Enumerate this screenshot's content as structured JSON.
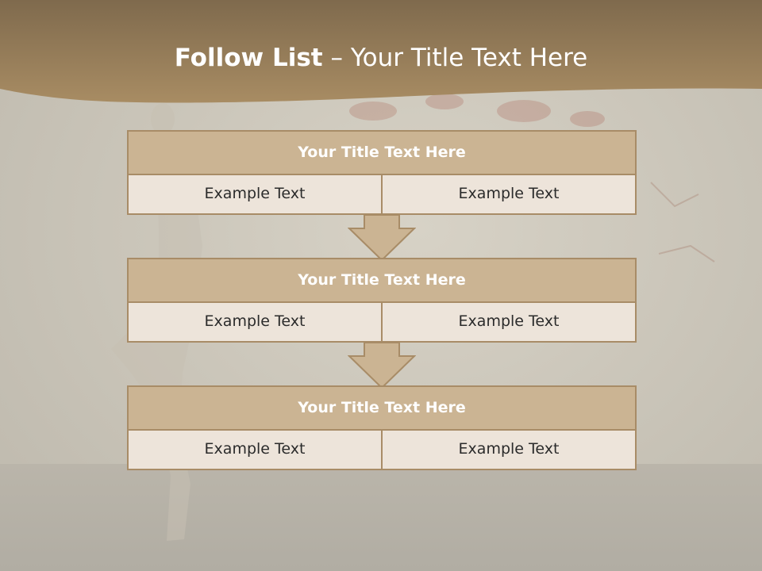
{
  "colors": {
    "header": "#a58a62",
    "block_title_fill": "#cbb493",
    "block_border": "#a88c67",
    "cell_fill": "#ede4da",
    "arrow_fill": "#cbb493"
  },
  "header": {
    "title_main": "Follow List",
    "title_sub": " – Your Title Text Here"
  },
  "blocks": [
    {
      "title": "Your Title Text Here",
      "cells": [
        "Example Text",
        "Example Text"
      ]
    },
    {
      "title": "Your Title Text Here",
      "cells": [
        "Example Text",
        "Example Text"
      ]
    },
    {
      "title": "Your Title Text Here",
      "cells": [
        "Example Text",
        "Example Text"
      ]
    }
  ],
  "icons": [
    "down-arrow-icon",
    "down-arrow-icon"
  ]
}
